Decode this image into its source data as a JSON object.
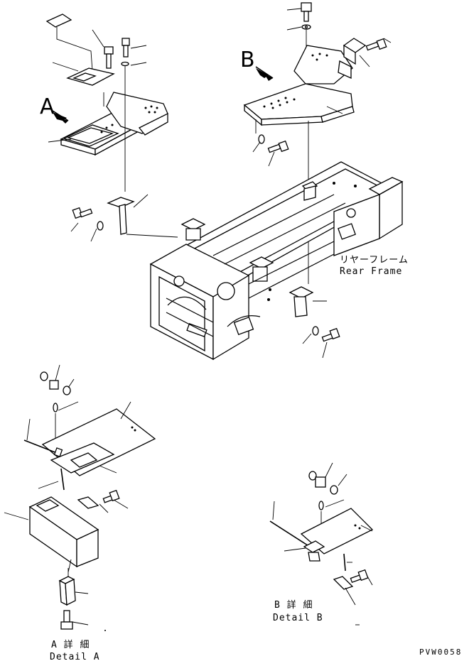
{
  "view_labels": {
    "view_a_letter": "A",
    "view_b_letter": "B"
  },
  "rear_frame": {
    "label_jp": "リヤーフレーム",
    "label_en": "Rear Frame"
  },
  "detail_a": {
    "label_jp": "A 詳 細",
    "label_en": "Detail A"
  },
  "detail_b": {
    "label_jp": "B 詳 細",
    "label_en": "Detail B"
  },
  "drawing_code": "PVW0058"
}
